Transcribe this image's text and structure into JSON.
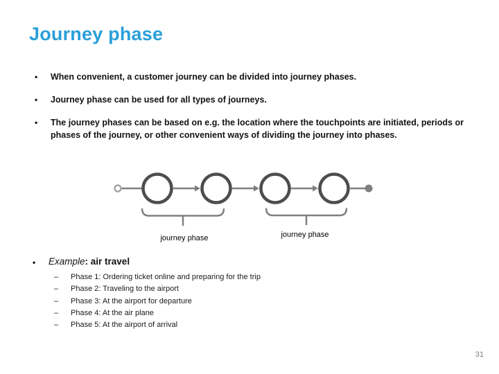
{
  "slide": {
    "title": "Journey phase",
    "bullets": [
      "When convenient, a customer journey can be divided into journey phases.",
      "Journey phase can be used for all types of journeys.",
      "The journey phases can be based on e.g. the location where the touchpoints are initiated, periods or phases of the journey, or other convenient ways of dividing the journey into phases."
    ],
    "diagram": {
      "brace_labels": [
        "journey phase",
        "journey phase"
      ]
    },
    "example": {
      "title_italic": "Example",
      "title_rest": ": air travel",
      "items": [
        "Phase 1: Ordering ticket online and preparing for the trip",
        "Phase 2: Traveling to the airport",
        "Phase 3: At the airport for departure",
        "Phase 4: At the air plane",
        "Phase 5: At the airport of arrival"
      ]
    },
    "page_number": "31",
    "colors": {
      "title_accent": "#2b9fd9",
      "circle_stroke": "#4d4d4d",
      "connector_gray": "#7f7f7f",
      "start_node_stroke": "#a6a6a6",
      "page_number_gray": "#808080"
    }
  }
}
